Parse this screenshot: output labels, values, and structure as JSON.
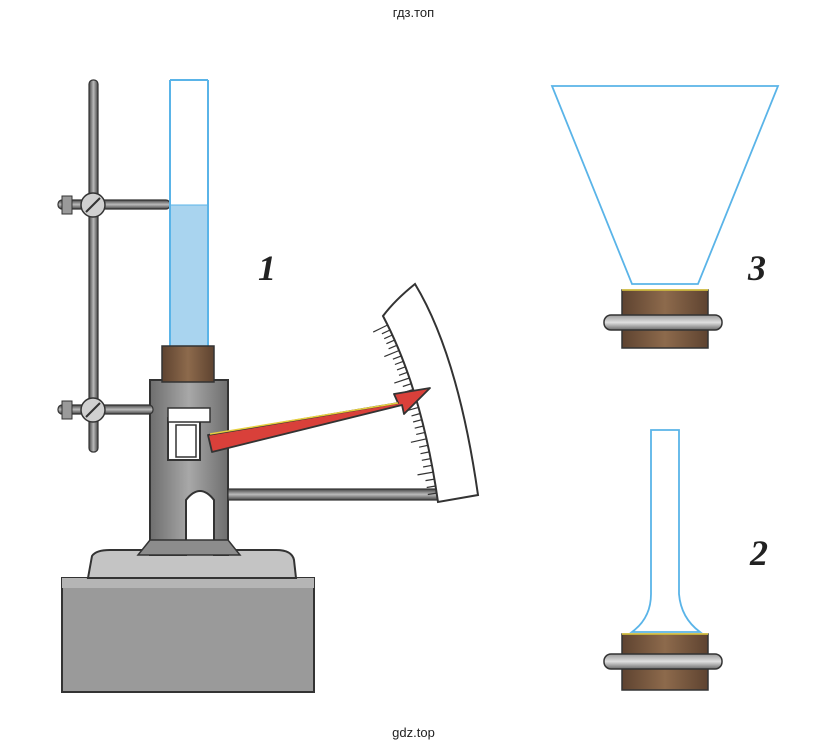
{
  "watermark_top": "гдз.топ",
  "watermark_bottom": "gdz.top",
  "labels": {
    "apparatus": "1",
    "narrow_vessel": "2",
    "wide_vessel": "3"
  },
  "colors": {
    "background": "#ffffff",
    "glass_outline": "#5ab4e8",
    "water": "#a9d4ef",
    "stopper": "#7a5a3e",
    "metal": "#8a8a8a",
    "metal_dark": "#555555",
    "pointer": "#d9403a",
    "ring": "#6f6f6f"
  }
}
